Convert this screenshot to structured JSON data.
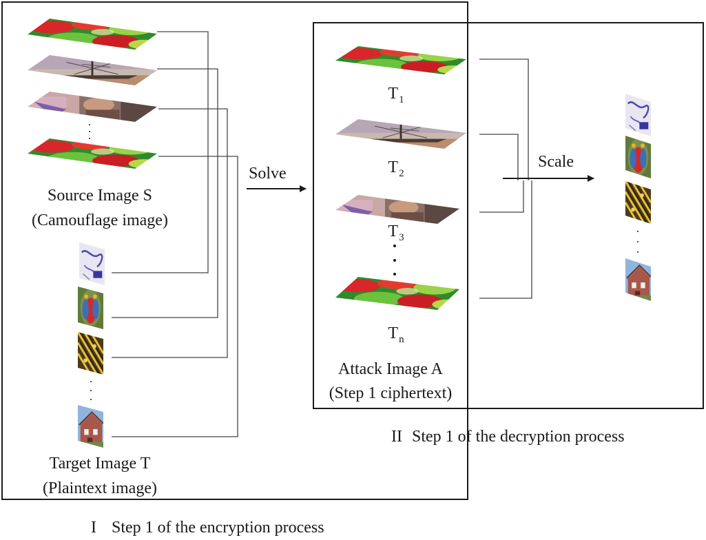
{
  "diagram": {
    "encryption_box": {
      "caption_numeral": "I",
      "caption_text": "Step 1 of the encryption process",
      "solve_label": "Solve",
      "source": {
        "title": "Source Image S",
        "subtitle": "(Camouflage image)"
      },
      "target": {
        "title": "Target Image T",
        "subtitle": "(Plaintext image)"
      }
    },
    "decryption_box": {
      "caption_numeral": "II",
      "caption_text": "Step 1 of the decryption process",
      "scale_label": "Scale",
      "attack": {
        "title": "Attack Image A",
        "subtitle": "(Step 1 ciphertext)"
      },
      "tiles": [
        {
          "base": "T",
          "sub": "1"
        },
        {
          "base": "T",
          "sub": "2"
        },
        {
          "base": "T",
          "sub": "3"
        },
        {
          "base": "T",
          "sub": "n"
        }
      ]
    },
    "thumbnails": {
      "source_tiles": [
        "peppers",
        "boat",
        "portrait",
        "peppers"
      ],
      "target_tiles": [
        "drawing",
        "mandrill",
        "butterfly",
        "house"
      ],
      "attack_tiles": [
        "peppers",
        "boat",
        "portrait",
        "peppers"
      ],
      "output_tiles": [
        "drawing",
        "mandrill",
        "butterfly",
        "house"
      ]
    }
  }
}
